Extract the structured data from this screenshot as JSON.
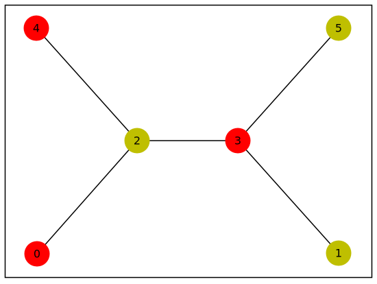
{
  "graph": {
    "nodes": [
      {
        "id": "0",
        "label": "0",
        "color": "#ff0000"
      },
      {
        "id": "1",
        "label": "1",
        "color": "#bfbf00"
      },
      {
        "id": "2",
        "label": "2",
        "color": "#bfbf00"
      },
      {
        "id": "3",
        "label": "3",
        "color": "#ff0000"
      },
      {
        "id": "4",
        "label": "4",
        "color": "#ff0000"
      },
      {
        "id": "5",
        "label": "5",
        "color": "#bfbf00"
      }
    ],
    "edges": [
      {
        "source": "4",
        "target": "2"
      },
      {
        "source": "2",
        "target": "3"
      },
      {
        "source": "2",
        "target": "0"
      },
      {
        "source": "3",
        "target": "5"
      },
      {
        "source": "3",
        "target": "1"
      }
    ],
    "edge_color": "#000000",
    "frame_color": "#000000"
  }
}
